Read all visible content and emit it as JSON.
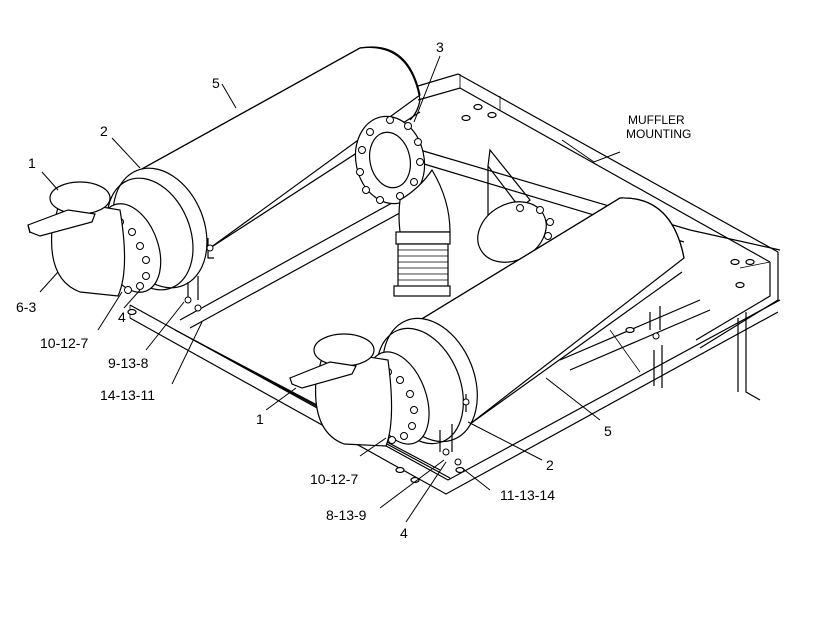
{
  "diagram": {
    "title_lines": [
      "MUFFLER",
      "MOUNTING"
    ],
    "callouts": {
      "c1_top": "1",
      "c2_top": "2",
      "c3": "3",
      "c5_top": "5",
      "c6_3": "6-3",
      "c10_12_7_top": "10-12-7",
      "c4_top": "4",
      "c9_13_8": "9-13-8",
      "c14_13_11": "14-13-11",
      "c1_bottom": "1",
      "c10_12_7_bottom": "10-12-7",
      "c5_bottom": "5",
      "c2_bottom": "2",
      "c11_13_14": "11-13-14",
      "c8_13_9": "8-13-9",
      "c4_bottom": "4"
    }
  }
}
